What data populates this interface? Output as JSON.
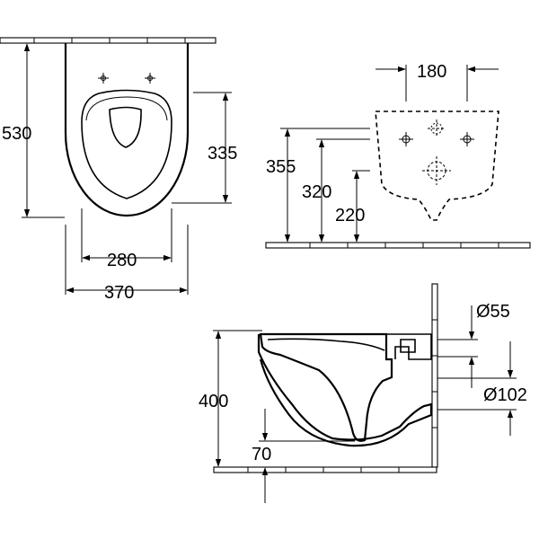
{
  "dimensions": {
    "top_height": "530",
    "seat_height": "335",
    "seat_width": "280",
    "outer_width": "370",
    "fixing_spacing": "180",
    "height_355": "355",
    "height_320": "320",
    "height_220": "220",
    "pan_height": "400",
    "pipe_diameter_small": "Ø55",
    "pipe_diameter_large": "Ø102",
    "floor_clearance": "70"
  }
}
